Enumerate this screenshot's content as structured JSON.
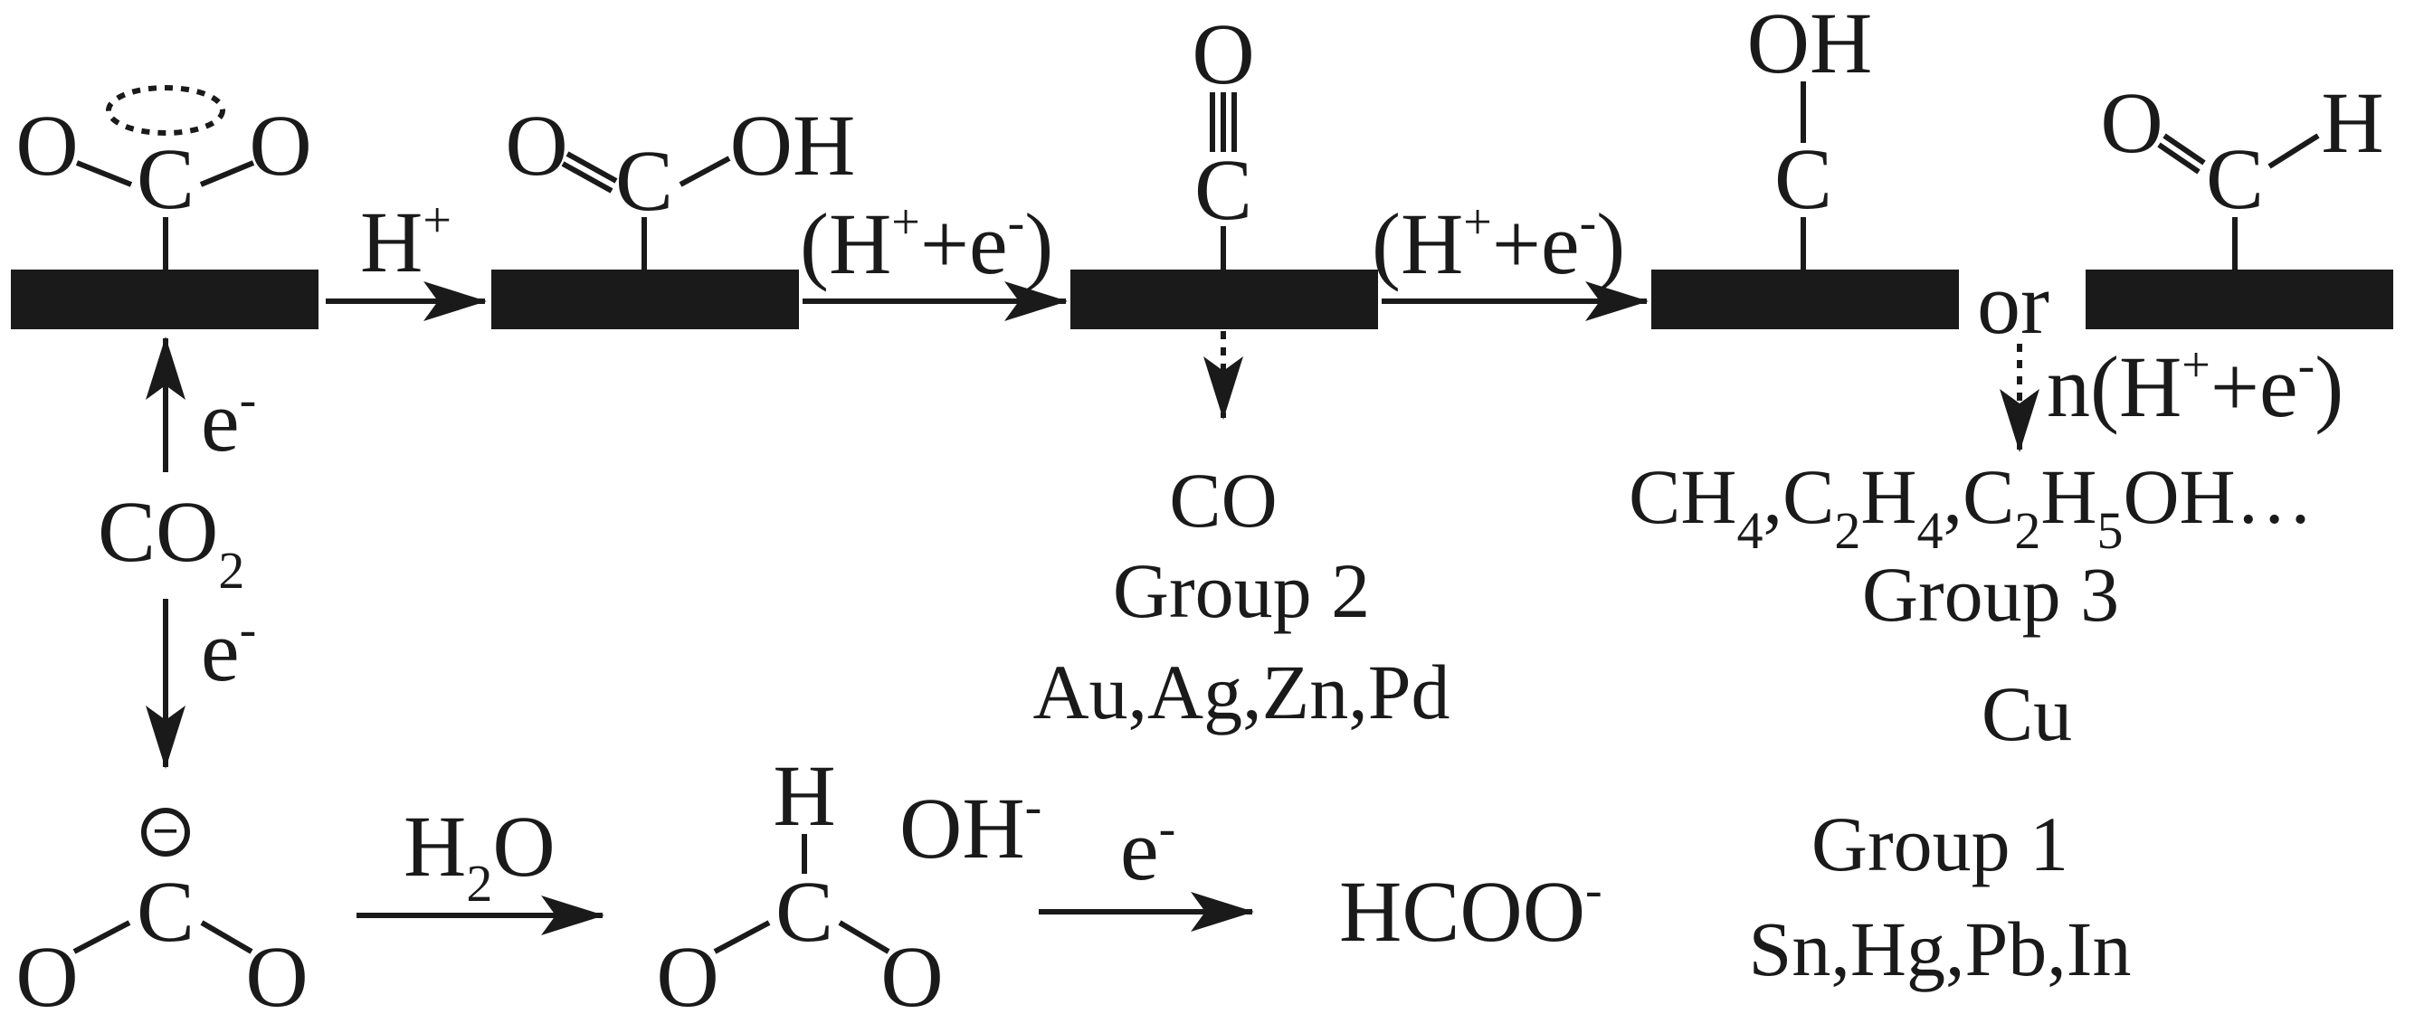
{
  "surface_intermediates": {
    "step1": {
      "left_o": "O",
      "c": "C",
      "right_o": "O"
    },
    "step2": {
      "left_o": "O",
      "c": "C",
      "oh": "OH"
    },
    "step3": {
      "top_o": "O",
      "c": "C"
    },
    "step4": {
      "oh": "OH",
      "c": "C"
    },
    "step5": {
      "left_o": "O",
      "c": "C",
      "h": "H"
    }
  },
  "arrows": {
    "a1": {
      "base": "H",
      "sup": "+"
    },
    "a2": {
      "open": "(H",
      "sup1": "+",
      "mid": "+e",
      "sup2": "-",
      "close": ")"
    },
    "a3": {
      "open": "(H",
      "sup1": "+",
      "mid": "+e",
      "sup2": "-",
      "close": ")"
    },
    "or_text": "or",
    "nstep": {
      "open": "n(H",
      "sup1": "+",
      "mid": "+e",
      "sup2": "-",
      "close": ")"
    }
  },
  "co2": {
    "up_e": {
      "base": "e",
      "sup": "-"
    },
    "center": {
      "base": "CO",
      "sub": "2"
    },
    "down_e": {
      "base": "e",
      "sup": "-"
    }
  },
  "groups": {
    "group2": {
      "product": "CO",
      "name": "Group 2",
      "metals": "Au,Ag,Zn,Pd"
    },
    "group3": {
      "products": {
        "ch": "CH",
        "s1": "4",
        "c1": ",C",
        "s2": "2",
        "h1": "H",
        "s3": "4",
        "c2": ",C",
        "s4": "2",
        "h2": "H",
        "s5": "5",
        "tail": "OH…"
      },
      "name": "Group 3",
      "metals": "Cu"
    },
    "group1": {
      "name": "Group 1",
      "metals": "Sn,Hg,Pb,In"
    }
  },
  "bottom": {
    "anion": {
      "minus_symbol": "−",
      "c": "C",
      "left_o": "O",
      "right_o": "O"
    },
    "h2o": {
      "h": "H",
      "sub": "2",
      "o": "O"
    },
    "intermediate": {
      "h": "H",
      "c": "C",
      "left_o": "O",
      "right_o": "O"
    },
    "oh_minus": {
      "base": "OH",
      "sup": "-"
    },
    "e_arrow": {
      "base": "e",
      "sup": "-"
    },
    "formate": {
      "base": "HCOO",
      "sup": "-"
    }
  }
}
